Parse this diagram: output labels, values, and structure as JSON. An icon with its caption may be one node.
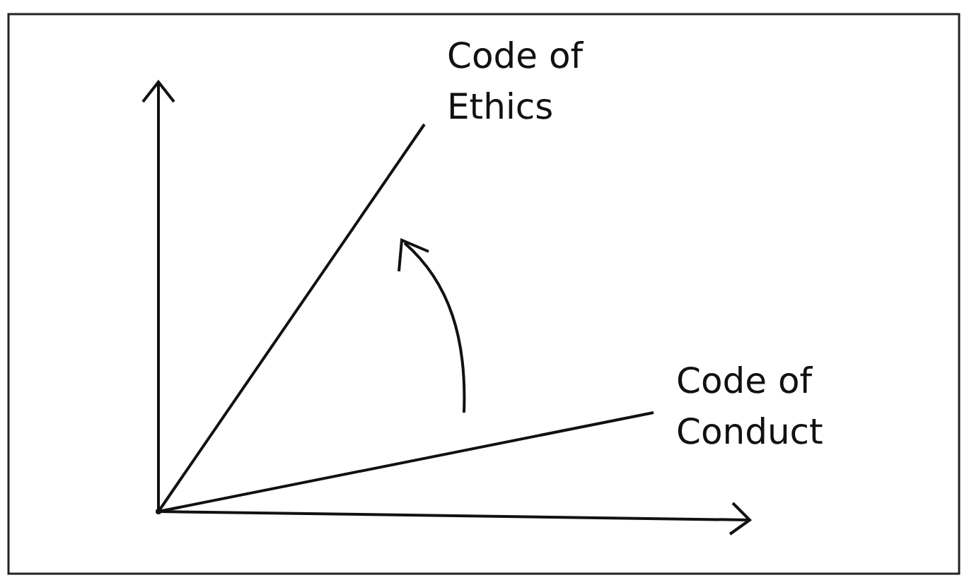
{
  "diagram": {
    "nodes": [
      {
        "text": [
          "Code of Ethics"
        ]
      },
      {
        "text": [
          "Code of Conduct"
        ]
      },
      {
        "text": [],
        "shape": "point"
      }
    ],
    "edges": [
      {
        "from": 2,
        "to": 0,
        "arrow": "none"
      },
      {
        "from": 2,
        "to": 1,
        "arrow": "none"
      }
    ]
  }
}
